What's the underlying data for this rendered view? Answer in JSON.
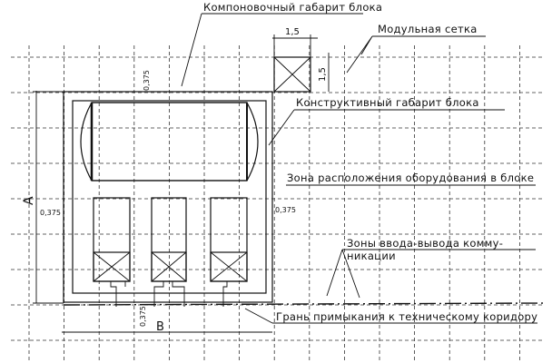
{
  "labels": {
    "layout_envelope": "Компоновочный габарит блока",
    "modular_grid": "Модульная сетка",
    "structural_envelope": "Конструктивный габарит блока",
    "equipment_zone": "Зона расположения оборудования в блоке",
    "io_zones_line1": "Зоны ввода-вывода комму-",
    "io_zones_line2": "никации",
    "corridor_face": "Грань примыкания к техническому коридору"
  },
  "dimensions": {
    "grid_width": "1,5",
    "grid_height": "1,5",
    "offset_top": "0,375",
    "offset_left": "0,375",
    "offset_right": "0,375",
    "offset_bottom": "0,375",
    "block_height": "А",
    "block_width": "В"
  }
}
